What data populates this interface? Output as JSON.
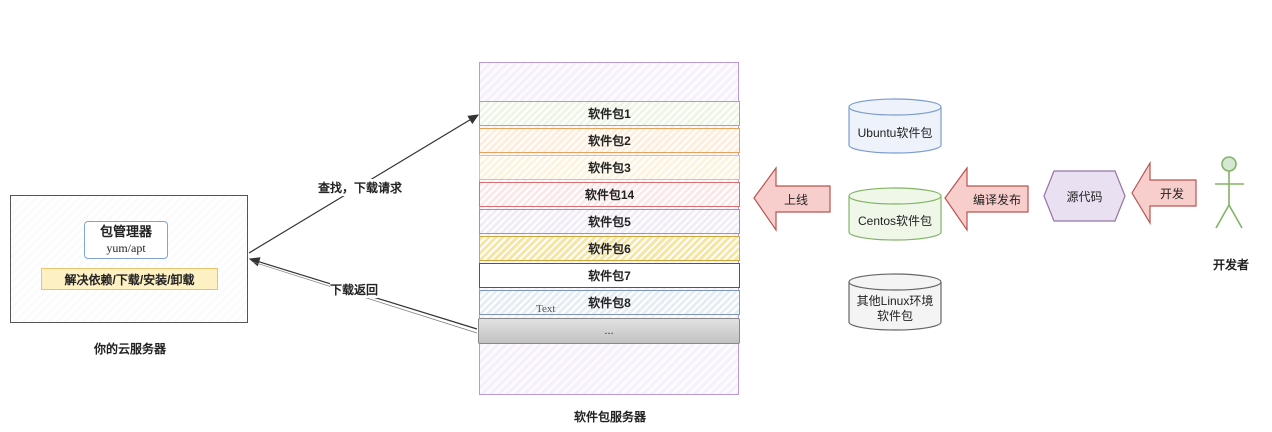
{
  "cloud_server": {
    "label": "你的云服务器",
    "package_manager": {
      "title": "包管理器",
      "subtitle": "yum/apt"
    },
    "functions": "解决依赖/下载/安装/卸载"
  },
  "arrows": {
    "request": "查找，下载请求",
    "response": "下载返回"
  },
  "repository": {
    "label": "软件包服务器",
    "packages": [
      {
        "label": "软件包1",
        "fill": "#eef6e4",
        "border": "#8cbf6a"
      },
      {
        "label": "软件包2",
        "fill": "#fdeedd",
        "border": "#e8a35a"
      },
      {
        "label": "软件包3",
        "fill": "#fdf3de",
        "border": "#e6c27a"
      },
      {
        "label": "软件包14",
        "fill": "#fbe8e8",
        "border": "#d97070"
      },
      {
        "label": "软件包5",
        "fill": "#f2ecf8",
        "border": "#a889c9"
      },
      {
        "label": "软件包6",
        "fill": "#f6e6a6",
        "border": "#cfa63a"
      },
      {
        "label": "软件包7",
        "fill": "#ffffff",
        "border": "#555555"
      },
      {
        "label": "软件包8",
        "fill": "#e7edf5",
        "border": "#7f98b8"
      }
    ],
    "more": "...",
    "text_annotation": "Text"
  },
  "distros": [
    {
      "label": "Ubuntu软件包",
      "stroke": "#7a9ccf",
      "fill": "#eef3fb"
    },
    {
      "label": "Centos软件包",
      "stroke": "#82b366",
      "fill": "#eef7e8"
    },
    {
      "label": "其他Linux环境软件包",
      "line1": "其他Linux环境",
      "line2": "软件包",
      "stroke": "#666666",
      "fill": "#f4f4f4"
    }
  ],
  "big_arrows": {
    "online": "上线",
    "compile": "编译发布",
    "develop": "开发"
  },
  "source_code": "源代码",
  "developer": "开发者",
  "colors": {
    "big_arrow_stroke": "#b85450",
    "big_arrow_fill": "#f8cecc",
    "source_stroke": "#9673a6",
    "source_fill": "#e9e0f2",
    "stickman": "#82b366"
  }
}
